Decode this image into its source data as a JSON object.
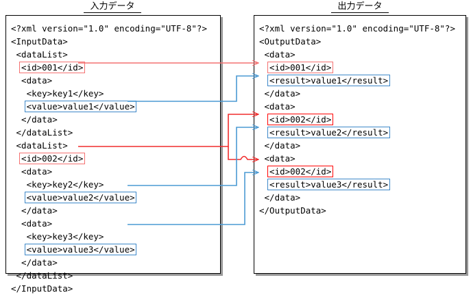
{
  "titles": {
    "input": "入力データ",
    "output": "出力データ"
  },
  "colors": {
    "highlight_red": "#ff0000",
    "highlight_red_soft": "#f47070",
    "highlight_blue": "#3c87c8",
    "wire_red": "#f47070",
    "wire_red_strong": "#ff2b2b",
    "wire_blue": "#4a9ad4",
    "panel_border": "#000000",
    "panel_shadow": "#9a9a9a",
    "text": "#000000"
  },
  "input_panel": {
    "name": "入力データ",
    "lines": [
      {
        "text": "<?xml version=\"1.0\" encoding=\"UTF-8\"?>",
        "highlight": "none"
      },
      {
        "text": "<InputData>",
        "highlight": "none"
      },
      {
        "text": " <dataList>",
        "highlight": "none"
      },
      {
        "text": "  <id>001</id>",
        "highlight": "red-soft"
      },
      {
        "text": "  <data>",
        "highlight": "none"
      },
      {
        "text": "   <key>key1</key>",
        "highlight": "none"
      },
      {
        "text": "   <value>value1</value>",
        "highlight": "blue"
      },
      {
        "text": "  </data>",
        "highlight": "none"
      },
      {
        "text": " </dataList>",
        "highlight": "none"
      },
      {
        "text": " <dataList>",
        "highlight": "none"
      },
      {
        "text": "  <id>002</id>",
        "highlight": "red-soft"
      },
      {
        "text": "  <data>",
        "highlight": "none"
      },
      {
        "text": "   <key>key2</key>",
        "highlight": "none"
      },
      {
        "text": "   <value>value2</value>",
        "highlight": "blue"
      },
      {
        "text": "  </data>",
        "highlight": "none"
      },
      {
        "text": "  <data>",
        "highlight": "none"
      },
      {
        "text": "   <key>key3</key>",
        "highlight": "none"
      },
      {
        "text": "   <value>value3</value>",
        "highlight": "blue"
      },
      {
        "text": "  </data>",
        "highlight": "none"
      },
      {
        "text": " </dataList>",
        "highlight": "none"
      },
      {
        "text": "</InputData>",
        "highlight": "none"
      }
    ]
  },
  "output_panel": {
    "name": "出力データ",
    "lines": [
      {
        "text": "<?xml version=\"1.0\" encoding=\"UTF-8\"?>",
        "highlight": "none"
      },
      {
        "text": "<OutputData>",
        "highlight": "none"
      },
      {
        "text": " <data>",
        "highlight": "none"
      },
      {
        "text": "  <id>001</id>",
        "highlight": "red-soft"
      },
      {
        "text": "  <result>value1</result>",
        "highlight": "blue"
      },
      {
        "text": " </data>",
        "highlight": "none"
      },
      {
        "text": " <data>",
        "highlight": "none"
      },
      {
        "text": "  <id>002</id>",
        "highlight": "red"
      },
      {
        "text": "  <result>value2</result>",
        "highlight": "blue"
      },
      {
        "text": " </data>",
        "highlight": "none"
      },
      {
        "text": " <data>",
        "highlight": "none"
      },
      {
        "text": "  <id>002</id>",
        "highlight": "red"
      },
      {
        "text": "  <result>value3</result>",
        "highlight": "blue"
      },
      {
        "text": " </data>",
        "highlight": "none"
      },
      {
        "text": "</OutputData>",
        "highlight": "none"
      }
    ]
  },
  "mappings": [
    {
      "id": "id001",
      "from": "input.<id>001</id>",
      "to": "output.<id>001</id> (1st)",
      "color": "red"
    },
    {
      "id": "value1",
      "from": "input.<value>value1</value>",
      "to": "output.<result>value1</result>",
      "color": "blue"
    },
    {
      "id": "id002-a",
      "from": "input.<id>002</id>",
      "to": "output.<id>002</id> (2nd)",
      "color": "red"
    },
    {
      "id": "id002-b",
      "from": "input.<id>002</id>",
      "to": "output.<id>002</id> (3rd)",
      "color": "red"
    },
    {
      "id": "value2",
      "from": "input.<value>value2</value>",
      "to": "output.<result>value2</result>",
      "color": "blue"
    },
    {
      "id": "value3",
      "from": "input.<value>value3</value>",
      "to": "output.<result>value3</result>",
      "color": "blue"
    }
  ]
}
